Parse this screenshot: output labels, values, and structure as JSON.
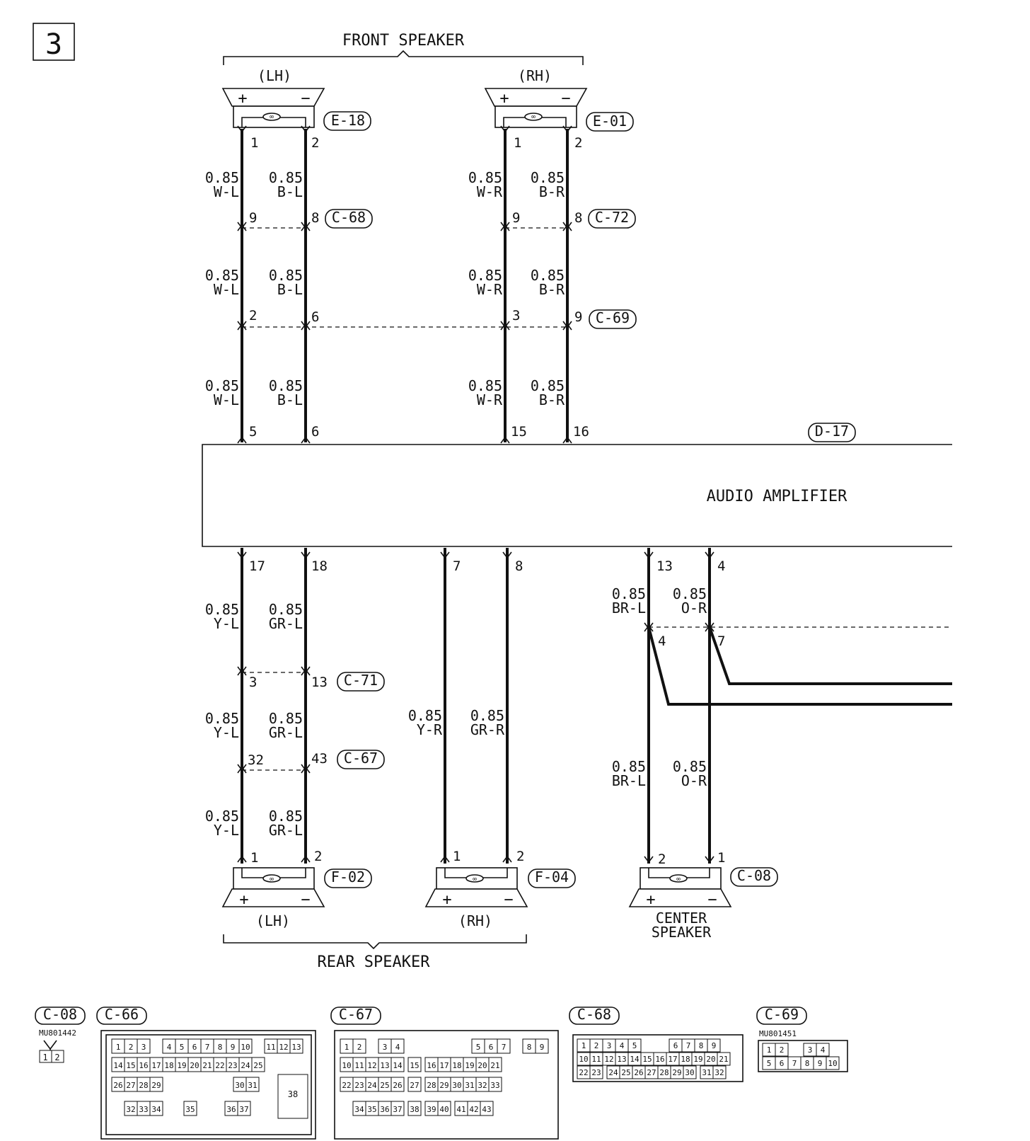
{
  "page_number": "3",
  "front_speaker": {
    "title": "FRONT SPEAKER",
    "lh": {
      "label": "(LH)",
      "connector": "E-18",
      "plus": "+",
      "minus": "−"
    },
    "rh": {
      "label": "(RH)",
      "connector": "E-01",
      "plus": "+",
      "minus": "−"
    }
  },
  "rear_speaker": {
    "title": "REAR SPEAKER",
    "lh": {
      "label": "(LH)",
      "connector": "F-02",
      "plus": "+",
      "minus": "−"
    },
    "rh": {
      "label": "(RH)",
      "connector": "F-04",
      "plus": "+",
      "minus": "−"
    }
  },
  "center_speaker": {
    "title_line1": "CENTER",
    "title_line2": "SPEAKER",
    "connector": "C-08",
    "plus": "+",
    "minus": "−"
  },
  "amplifier": {
    "label": "AUDIO AMPLIFIER",
    "connector": "D-17"
  },
  "intermediate_connectors": {
    "c68": "C-68",
    "c72": "C-72",
    "c69": "C-69",
    "c71": "C-71",
    "c67": "C-67"
  },
  "wire_labels": {
    "size": "0.85",
    "wl": "W-L",
    "bl": "B-L",
    "wr": "W-R",
    "br": "B-R",
    "yl": "Y-L",
    "grl": "GR-L",
    "yr": "Y-R",
    "grr": "GR-R",
    "brl": "BR-L",
    "or": "O-R"
  },
  "pins": {
    "fl_spk_1": "1",
    "fl_spk_2": "2",
    "fr_spk_1": "1",
    "fr_spk_2": "2",
    "c68_9": "9",
    "c68_8": "8",
    "c72_9": "9",
    "c72_8": "8",
    "c69_2": "2",
    "c69_6": "6",
    "c69_3": "3",
    "c69_9": "9",
    "amp_5": "5",
    "amp_6": "6",
    "amp_15": "15",
    "amp_16": "16",
    "amp_17": "17",
    "amp_18": "18",
    "amp_7": "7",
    "amp_8": "8",
    "amp_13": "13",
    "amp_4": "4",
    "c71_3": "3",
    "c71_13": "13",
    "c67_32": "32",
    "c67_43": "43",
    "splice_4": "4",
    "splice_7": "7",
    "rl_spk_1": "1",
    "rl_spk_2": "2",
    "rr_spk_1": "1",
    "rr_spk_2": "2",
    "c_spk_2": "2",
    "c_spk_1": "1"
  },
  "connector_faces": {
    "c08": {
      "name": "C-08",
      "part": "MU801442",
      "pins": [
        "1",
        "2"
      ]
    },
    "c66": {
      "name": "C-66",
      "rows": [
        [
          "1",
          "2",
          "3",
          "4",
          "5",
          "6",
          "7",
          "8",
          "9",
          "10",
          "11",
          "12",
          "13"
        ],
        [
          "14",
          "15",
          "16",
          "17",
          "18",
          "19",
          "20",
          "21",
          "22",
          "23",
          "24",
          "25"
        ],
        [
          "26",
          "27",
          "28",
          "29",
          "30",
          "31"
        ],
        [
          "32",
          "33",
          "34",
          "35",
          "36",
          "37"
        ]
      ],
      "large": "38"
    },
    "c67": {
      "name": "C-67",
      "rows": [
        [
          "1",
          "2",
          "3",
          "4",
          "5",
          "6",
          "7",
          "8",
          "9"
        ],
        [
          "10",
          "11",
          "12",
          "13",
          "14",
          "15",
          "16",
          "17",
          "18",
          "19",
          "20",
          "21"
        ],
        [
          "22",
          "23",
          "24",
          "25",
          "26",
          "27",
          "28",
          "29",
          "30",
          "31",
          "32",
          "33"
        ],
        [
          "34",
          "35",
          "36",
          "37",
          "38",
          "39",
          "40",
          "41",
          "42",
          "43"
        ]
      ]
    },
    "c68": {
      "name": "C-68",
      "rows": [
        [
          "1",
          "2",
          "3",
          "4",
          "5",
          "6",
          "7",
          "8",
          "9"
        ],
        [
          "10",
          "11",
          "12",
          "13",
          "14",
          "15",
          "16",
          "17",
          "18",
          "19",
          "20",
          "21"
        ],
        [
          "22",
          "23",
          "24",
          "25",
          "26",
          "27",
          "28",
          "29",
          "30",
          "31",
          "32"
        ]
      ]
    },
    "c69": {
      "name": "C-69",
      "part": "MU801451",
      "rows": [
        [
          "1",
          "2",
          "3",
          "4"
        ],
        [
          "5",
          "6",
          "7",
          "8",
          "9",
          "10"
        ]
      ]
    }
  }
}
